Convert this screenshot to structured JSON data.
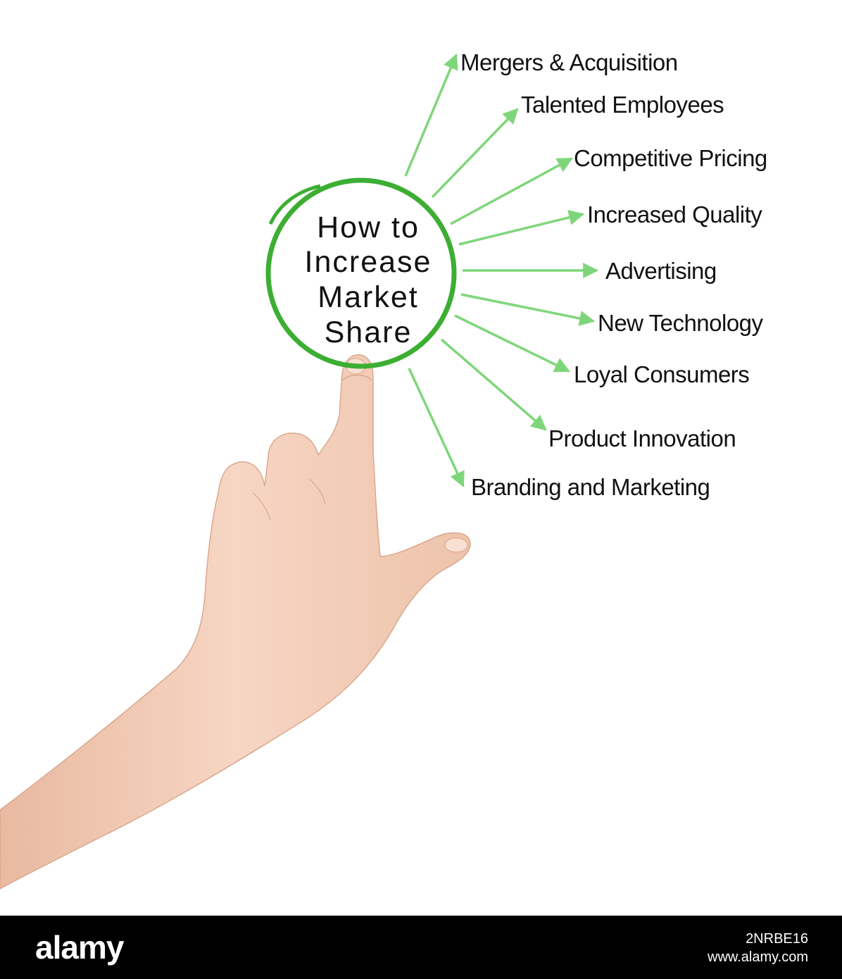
{
  "diagram": {
    "center_lines": [
      "How to",
      "Increase",
      "Market",
      "Share"
    ],
    "branches": [
      {
        "label": "Mergers & Acquisition"
      },
      {
        "label": "Talented Employees"
      },
      {
        "label": "Competitive Pricing"
      },
      {
        "label": "Increased Quality"
      },
      {
        "label": "Advertising"
      },
      {
        "label": "New Technology"
      },
      {
        "label": "Loyal Consumers"
      },
      {
        "label": "Product Innovation"
      },
      {
        "label": "Branding and Marketing"
      }
    ],
    "colors": {
      "circle": "#3cae32",
      "arrow": "#7fd67a",
      "text": "#111111",
      "skin": "#f1cdb8"
    }
  },
  "footer": {
    "logo": "alamy",
    "image_id": "2NRBE16",
    "url": "www.alamy.com"
  }
}
